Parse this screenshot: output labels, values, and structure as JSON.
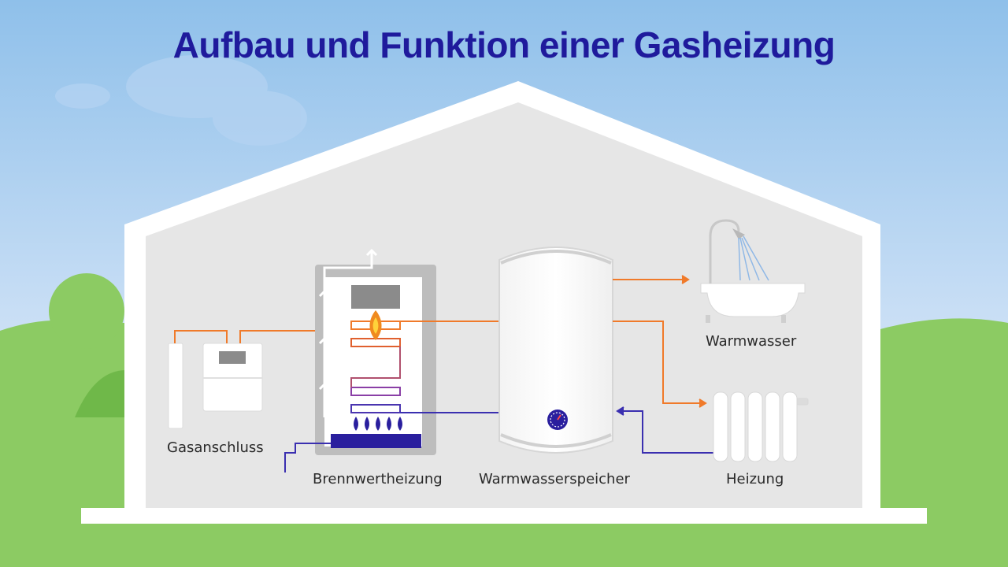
{
  "title": "Aufbau und Funktion einer Gasheizung",
  "labels": {
    "gasanschluss": "Gasanschluss",
    "brennwertheizung": "Brennwertheizung",
    "warmwasserspeicher": "Warmwasserspeicher",
    "warmwasser": "Warmwasser",
    "heizung": "Heizung"
  },
  "colors": {
    "title": "#1f1a9c",
    "hot_pipe": "#f07a2a",
    "cold_pipe": "#3a2fb0",
    "sky_top": "#8fc0ea",
    "sky_bottom": "#e8f1fb",
    "grass": "#8ccb63",
    "house_interior": "#e6e6e6",
    "house_outline": "#ffffff"
  },
  "icons": [
    "chimney-arrow-icon",
    "flame-icon",
    "gas-burner-icon",
    "thermometer-icon",
    "shower-head-icon",
    "bathtub-icon",
    "radiator-icon",
    "gas-meter-icon"
  ]
}
